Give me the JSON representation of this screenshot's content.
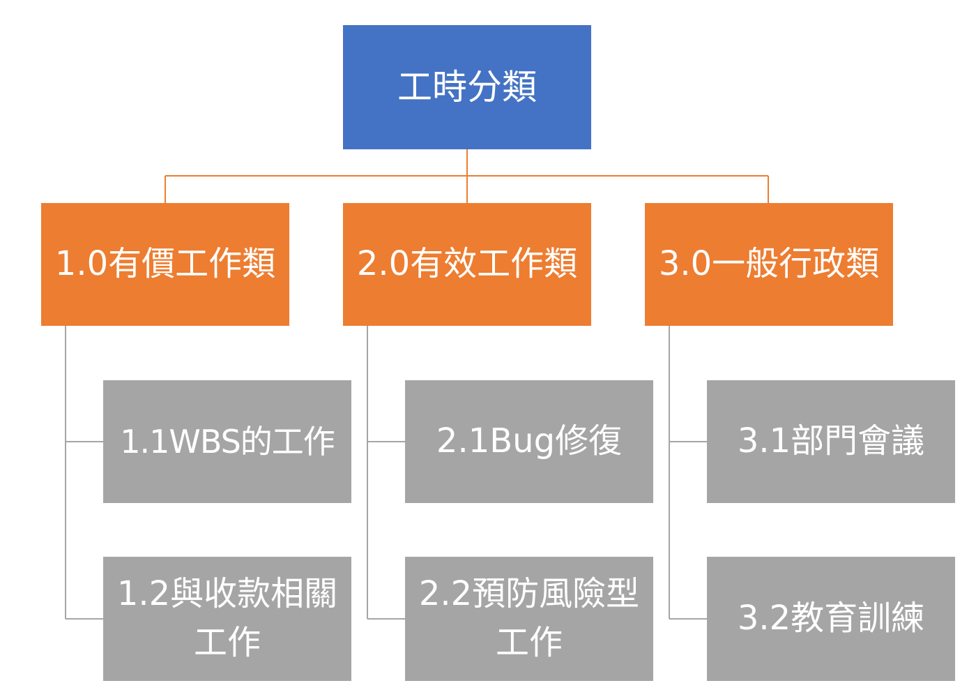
{
  "diagram": {
    "root": {
      "label": "工時分類"
    },
    "categories": [
      {
        "label": "1.0有價工作類",
        "children": [
          {
            "label": "1.1WBS的工作"
          },
          {
            "label": "1.2與收款相關工作"
          }
        ]
      },
      {
        "label": "2.0有效工作類",
        "children": [
          {
            "label": "2.1Bug修復"
          },
          {
            "label": "2.2預防風險型工作"
          }
        ]
      },
      {
        "label": "3.0一般行政類",
        "children": [
          {
            "label": "3.1部門會議"
          },
          {
            "label": "3.2教育訓練"
          }
        ]
      }
    ],
    "colors": {
      "root": "#4472c4",
      "category": "#ed7d31",
      "subitem": "#a5a5a5",
      "connector_top": "#ed7d31",
      "connector_sub": "#a5a5a5",
      "text": "#ffffff"
    }
  }
}
